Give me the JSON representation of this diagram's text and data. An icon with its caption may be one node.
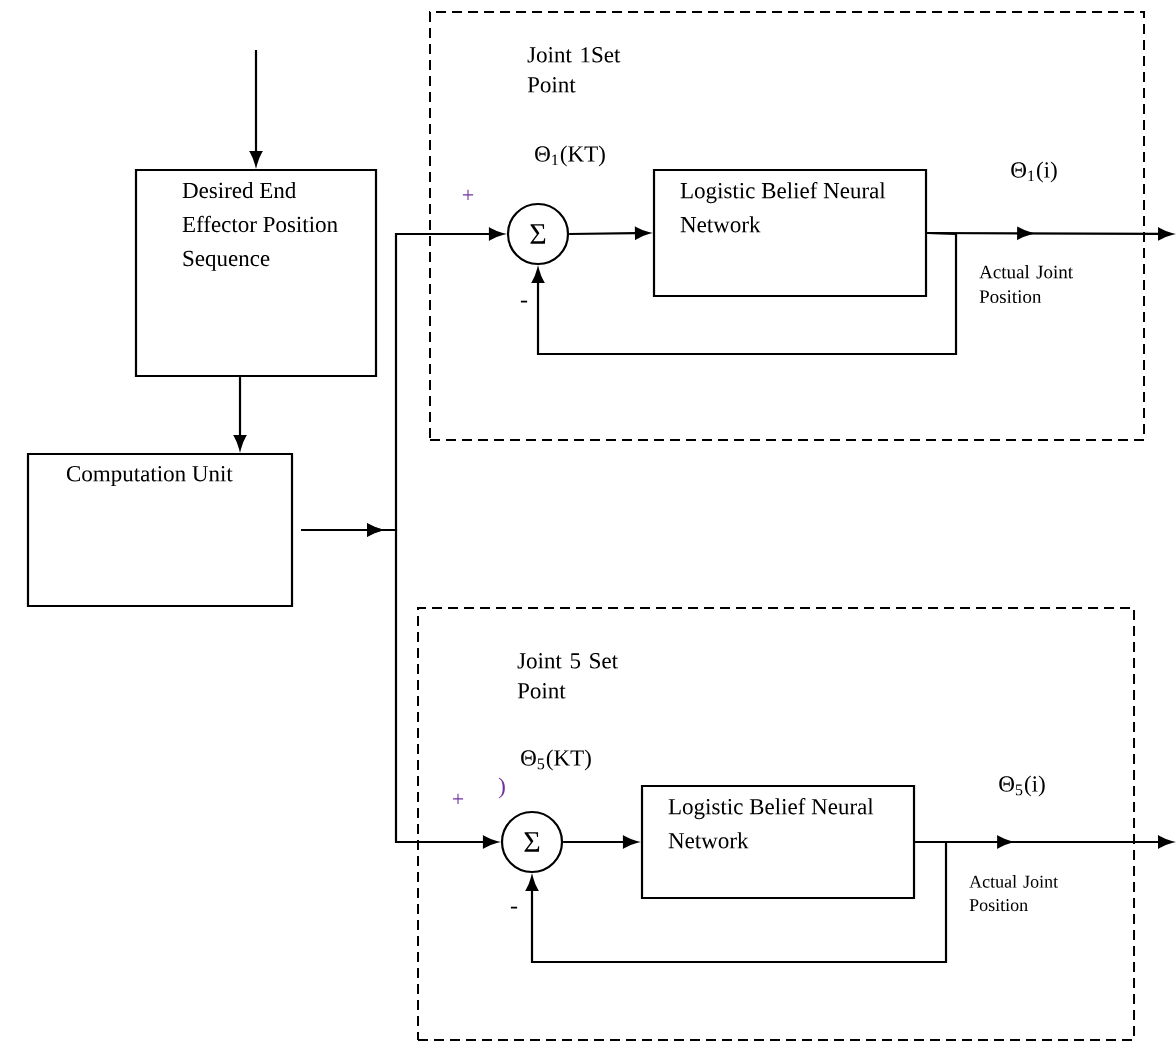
{
  "diagram": {
    "nodes": [
      {
        "text": [
          "Desired End Effector Position Sequence"
        ]
      },
      {
        "text": [
          "Computation Unit"
        ]
      },
      {
        "text": [],
        "shape": "box"
      },
      {
        "text": [
          "Σ"
        ],
        "in": 2
      },
      {
        "text": [
          "Logistic Belief Neural Network"
        ],
        "in": 2
      },
      {
        "text": [],
        "shape": "box"
      },
      {
        "text": [
          "Σ"
        ],
        "in": 5
      },
      {
        "text": [
          "Logistic Belief Neural Network"
        ],
        "in": 5
      }
    ],
    "edges": [
      {
        "from": null,
        "to": 0,
        "arrow": "to"
      },
      {
        "from": 0,
        "to": 1,
        "arrow": "to"
      },
      {
        "from": 1,
        "to": 3,
        "arrow": "to"
      },
      {
        "from": 1,
        "to": 6,
        "arrow": "to"
      },
      {
        "from": 3,
        "to": 4,
        "arrow": "to"
      },
      {
        "from": 4,
        "to": null,
        "arrow": "to"
      },
      {
        "from": 4,
        "to": 3,
        "arrow": "to"
      },
      {
        "from": 6,
        "to": 7,
        "arrow": "to"
      },
      {
        "from": 7,
        "to": null,
        "arrow": "to"
      },
      {
        "from": 7,
        "to": 6,
        "arrow": "to"
      }
    ],
    "labels": [
      "Joint 1Set Point",
      "Θ$_{1}$(KT)",
      "+",
      "-",
      "Θ$_{1}$(i)",
      "Actual Joint Position",
      "Joint 5 Set Point",
      "Θ$_{5}$(KT)",
      ")",
      "+",
      "-",
      "Θ$_{5}$(i)",
      "Actual Joint Position"
    ]
  }
}
